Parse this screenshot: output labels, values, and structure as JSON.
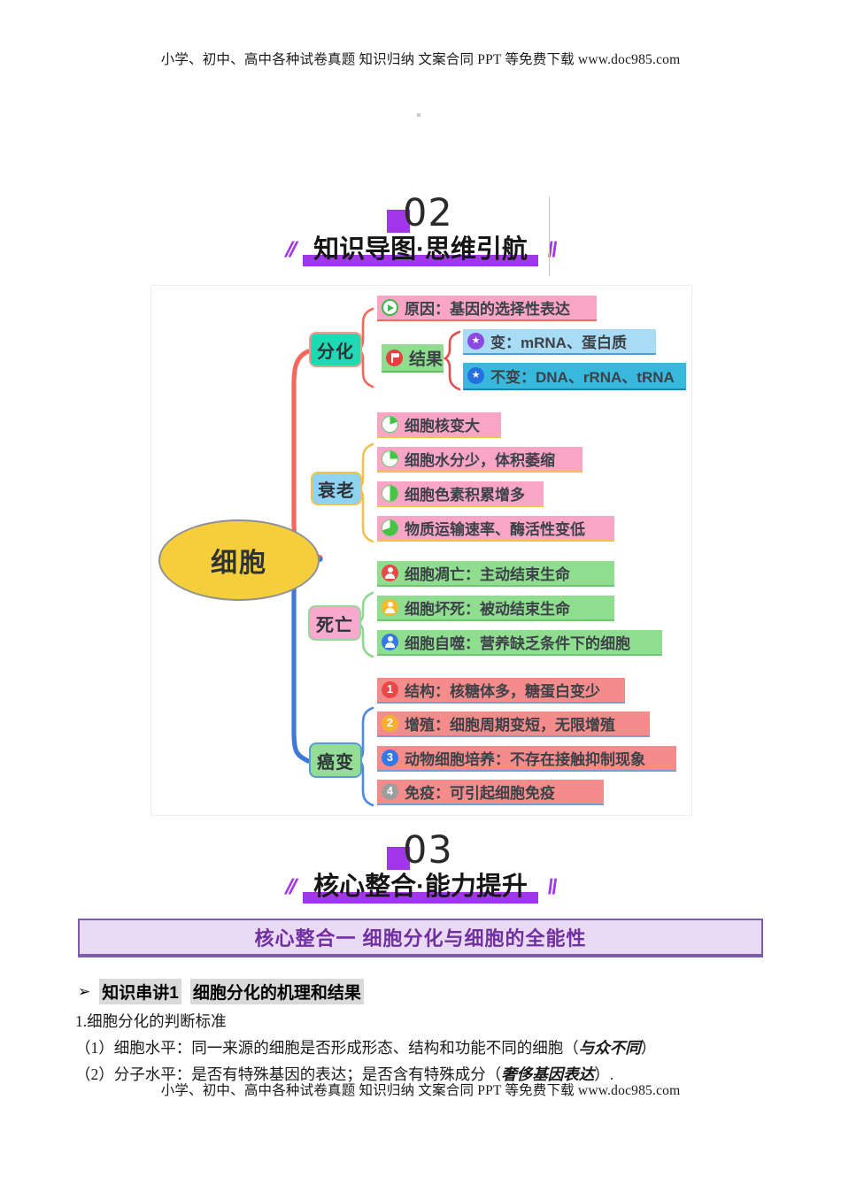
{
  "page": {
    "header_text": "小学、初中、高中各种试卷真题 知识归纳 文案合同 PPT 等免费下载  www.doc985.com",
    "footer_text": "小学、初中、高中各种试卷真题 知识归纳 文案合同 PPT 等免费下载  www.doc985.com"
  },
  "section_02": {
    "number": "02",
    "title": "知识导图·思维引航",
    "deco_left": "//",
    "deco_right": "\\\\"
  },
  "section_03": {
    "number": "03",
    "title": "核心整合·能力提升",
    "deco_left": "//",
    "deco_right": "\\\\"
  },
  "mindmap": {
    "center_label": "细胞",
    "branches": [
      {
        "label": "分化",
        "children": [
          {
            "icon": "play-icon",
            "text": "原因：基因的选择性表达"
          },
          {
            "icon": "flag-icon",
            "text": "结果",
            "children": [
              {
                "icon": "star-icon-purple",
                "text": "变：mRNA、蛋白质"
              },
              {
                "icon": "star-icon-blue",
                "text": "不变：DNA、rRNA、tRNA"
              }
            ]
          }
        ]
      },
      {
        "label": "衰老",
        "children": [
          {
            "icon": "pie-chart-icon-20",
            "text": "细胞核变大"
          },
          {
            "icon": "pie-chart-icon-25",
            "text": "细胞水分少，体积萎缩"
          },
          {
            "icon": "pie-chart-icon-50",
            "text": "细胞色素积累增多"
          },
          {
            "icon": "pie-chart-icon-70",
            "text": "物质运输速率、酶活性变低"
          }
        ]
      },
      {
        "label": "死亡",
        "children": [
          {
            "icon": "person-icon-red",
            "text": "细胞凋亡：主动结束生命"
          },
          {
            "icon": "person-icon-orange",
            "text": "细胞坏死：被动结束生命"
          },
          {
            "icon": "person-icon-blue",
            "text": "细胞自噬：营养缺乏条件下的细胞"
          }
        ]
      },
      {
        "label": "癌变",
        "children": [
          {
            "icon": "number-1-icon",
            "number": "1",
            "text": "结构：核糖体多，糖蛋白变少"
          },
          {
            "icon": "number-2-icon",
            "number": "2",
            "text": "增殖：细胞周期变短，无限增殖"
          },
          {
            "icon": "number-3-icon",
            "number": "3",
            "text": "动物细胞培养：不存在接触抑制现象"
          },
          {
            "icon": "number-4-icon",
            "number": "4",
            "text": "免疫：可引起细胞免疫"
          }
        ]
      }
    ]
  },
  "core_box": {
    "title": "核心整合一 细胞分化与细胞的全能性"
  },
  "lecture": {
    "bullet": "➢",
    "label": "知识串讲1",
    "title": "细胞分化的机理和结果"
  },
  "content": {
    "item1_title": "1.细胞分化的判断标准",
    "point1_prefix": "（1）细胞水平：同一来源的细胞是否形成形态、结构和功能不同的细胞（",
    "point1_bold": "与众不同",
    "point1_suffix": "）",
    "point2_prefix": "（2）分子水平：是否有特殊基因的表达；是否含有特殊成分（",
    "point2_bold": "奢侈基因表达",
    "point2_suffix": "）."
  },
  "colors": {
    "accent_purple": "#a137e8",
    "core_box_text": "#7030a0",
    "center_yellow": "#f6ce3b",
    "branch_differentiation": "#1fd9b5",
    "branch_aging": "#8ed4f2",
    "branch_death": "#f8a9cf",
    "branch_cancer": "#93dd96",
    "row_pink": "#f9a6c6",
    "row_light_blue": "#a8dcf5",
    "row_cyan": "#38b8dc",
    "row_green": "#8fde8f",
    "row_salmon": "#f58c8c",
    "brace_red": "#f4695c",
    "brace_yellow": "#f2c14e",
    "brace_green": "#8fd98f",
    "brace_blue": "#3d7ad6"
  }
}
